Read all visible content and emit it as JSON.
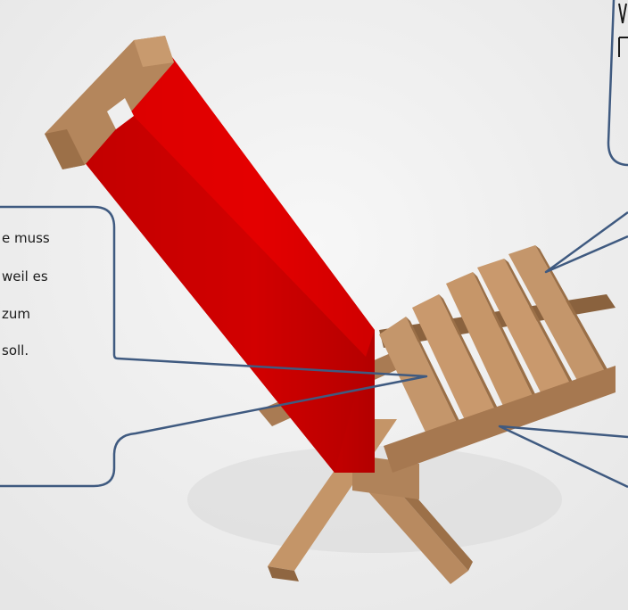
{
  "callout_left": {
    "lines": [
      "e muss",
      "weil es",
      "zum",
      "soll."
    ]
  },
  "colors": {
    "background": "#f2f2f2",
    "callout_stroke": "#3f5a80",
    "wood": "#b9885d",
    "fabric": "#d40000"
  }
}
